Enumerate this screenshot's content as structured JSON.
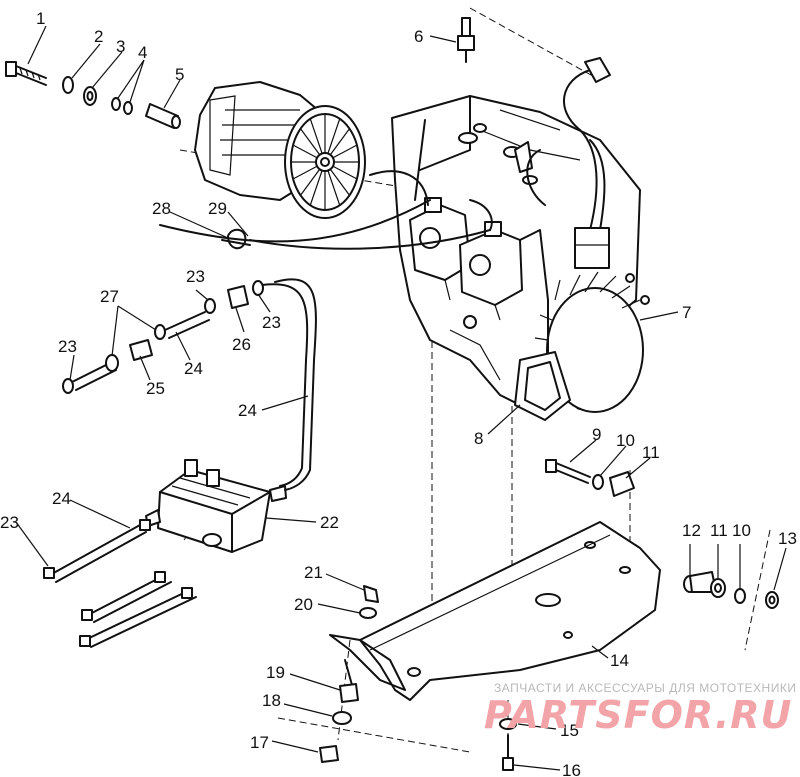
{
  "callouts": [
    "1",
    "2",
    "3",
    "4",
    "5",
    "6",
    "7",
    "8",
    "9",
    "10",
    "11",
    "12",
    "11",
    "10",
    "13",
    "14",
    "15",
    "16",
    "17",
    "18",
    "19",
    "20",
    "21",
    "22",
    "23",
    "24",
    "23",
    "24",
    "25",
    "26",
    "27",
    "23",
    "24",
    "28",
    "29",
    "23"
  ],
  "watermark": {
    "tagline": "ЗАПЧАСТИ И АКСЕССУАРЫ ДЛЯ МОТОТЕХНИКИ",
    "brand": "PARTSFOR.RU",
    "color": "#f2a4a8"
  }
}
